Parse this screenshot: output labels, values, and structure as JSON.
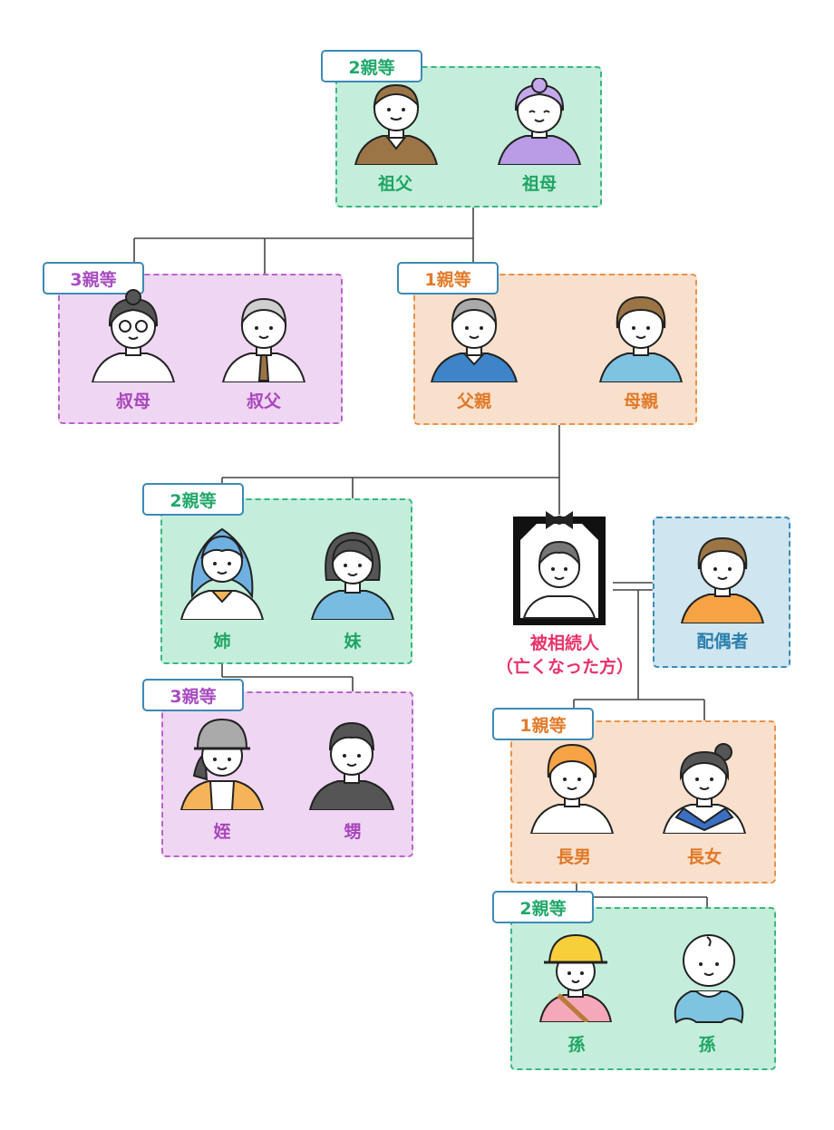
{
  "degree_tags": {
    "second": "2親等",
    "third": "3親等",
    "first": "1親等"
  },
  "people": {
    "grandfather": "祖父",
    "grandmother": "祖母",
    "aunt": "叔母",
    "uncle": "叔父",
    "father": "父親",
    "mother": "母親",
    "older_sister": "姉",
    "younger_sister": "妹",
    "deceased_line1": "被相続人",
    "deceased_line2": "（亡くなった方）",
    "spouse": "配偶者",
    "niece": "姪",
    "nephew": "甥",
    "eldest_son": "長男",
    "eldest_daughter": "長女",
    "grandchild_1": "孫",
    "grandchild_2": "孫"
  },
  "colors": {
    "second_degree": "#c4eedb",
    "third_degree": "#efd6f2",
    "first_degree": "#f9e0cc",
    "spouse": "#cfe5ef",
    "deceased_label": "#e8336a"
  }
}
